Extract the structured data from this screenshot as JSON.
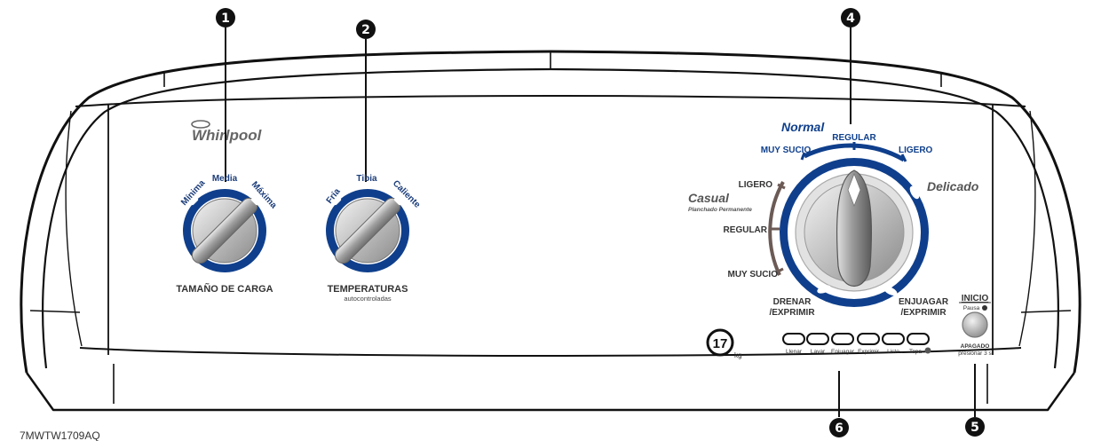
{
  "brand": "Whirlpool",
  "callouts": {
    "c1": "1",
    "c2": "2",
    "c4": "4",
    "c5": "5",
    "c6": "6"
  },
  "load_knob": {
    "positions": [
      "Mínima",
      "Media",
      "Máxima"
    ],
    "label": "TAMAÑO DE CARGA"
  },
  "temp_knob": {
    "positions": [
      "Fría",
      "Tibia",
      "Caliente"
    ],
    "label": "TEMPERATURAS",
    "sublabel": "autocontroladas"
  },
  "cycle_dial": {
    "normal": {
      "title": "Normal",
      "muy_sucio": "MUY SUCIO",
      "regular": "REGULAR",
      "ligero": "LIGERO"
    },
    "casual": {
      "title": "Casual",
      "subtitle": "Planchado Permanente",
      "ligero": "LIGERO",
      "regular": "REGULAR",
      "muy_sucio": "MUY SUCIO"
    },
    "delicado": "Delicado",
    "drenar": [
      "DRENAR",
      "/EXPRIMIR"
    ],
    "enjuagar": [
      "ENJUAGAR",
      "/EXPRIMIR"
    ]
  },
  "capacity": {
    "value": "17",
    "unit": "kg"
  },
  "status_lights": [
    "Llenar",
    "Lavar",
    "Enjuagar",
    "Exprimir",
    "Listo",
    "Tapa"
  ],
  "start_button": {
    "title": "INICIO",
    "pause": "Pausa",
    "off_label": "APAGADO",
    "off_hint": "presionar 3 s"
  },
  "model": "7MWTW1709AQ",
  "colors": {
    "accent": "#0f3f8c",
    "outline": "#111111",
    "casual_arc": "#6b5a55"
  }
}
